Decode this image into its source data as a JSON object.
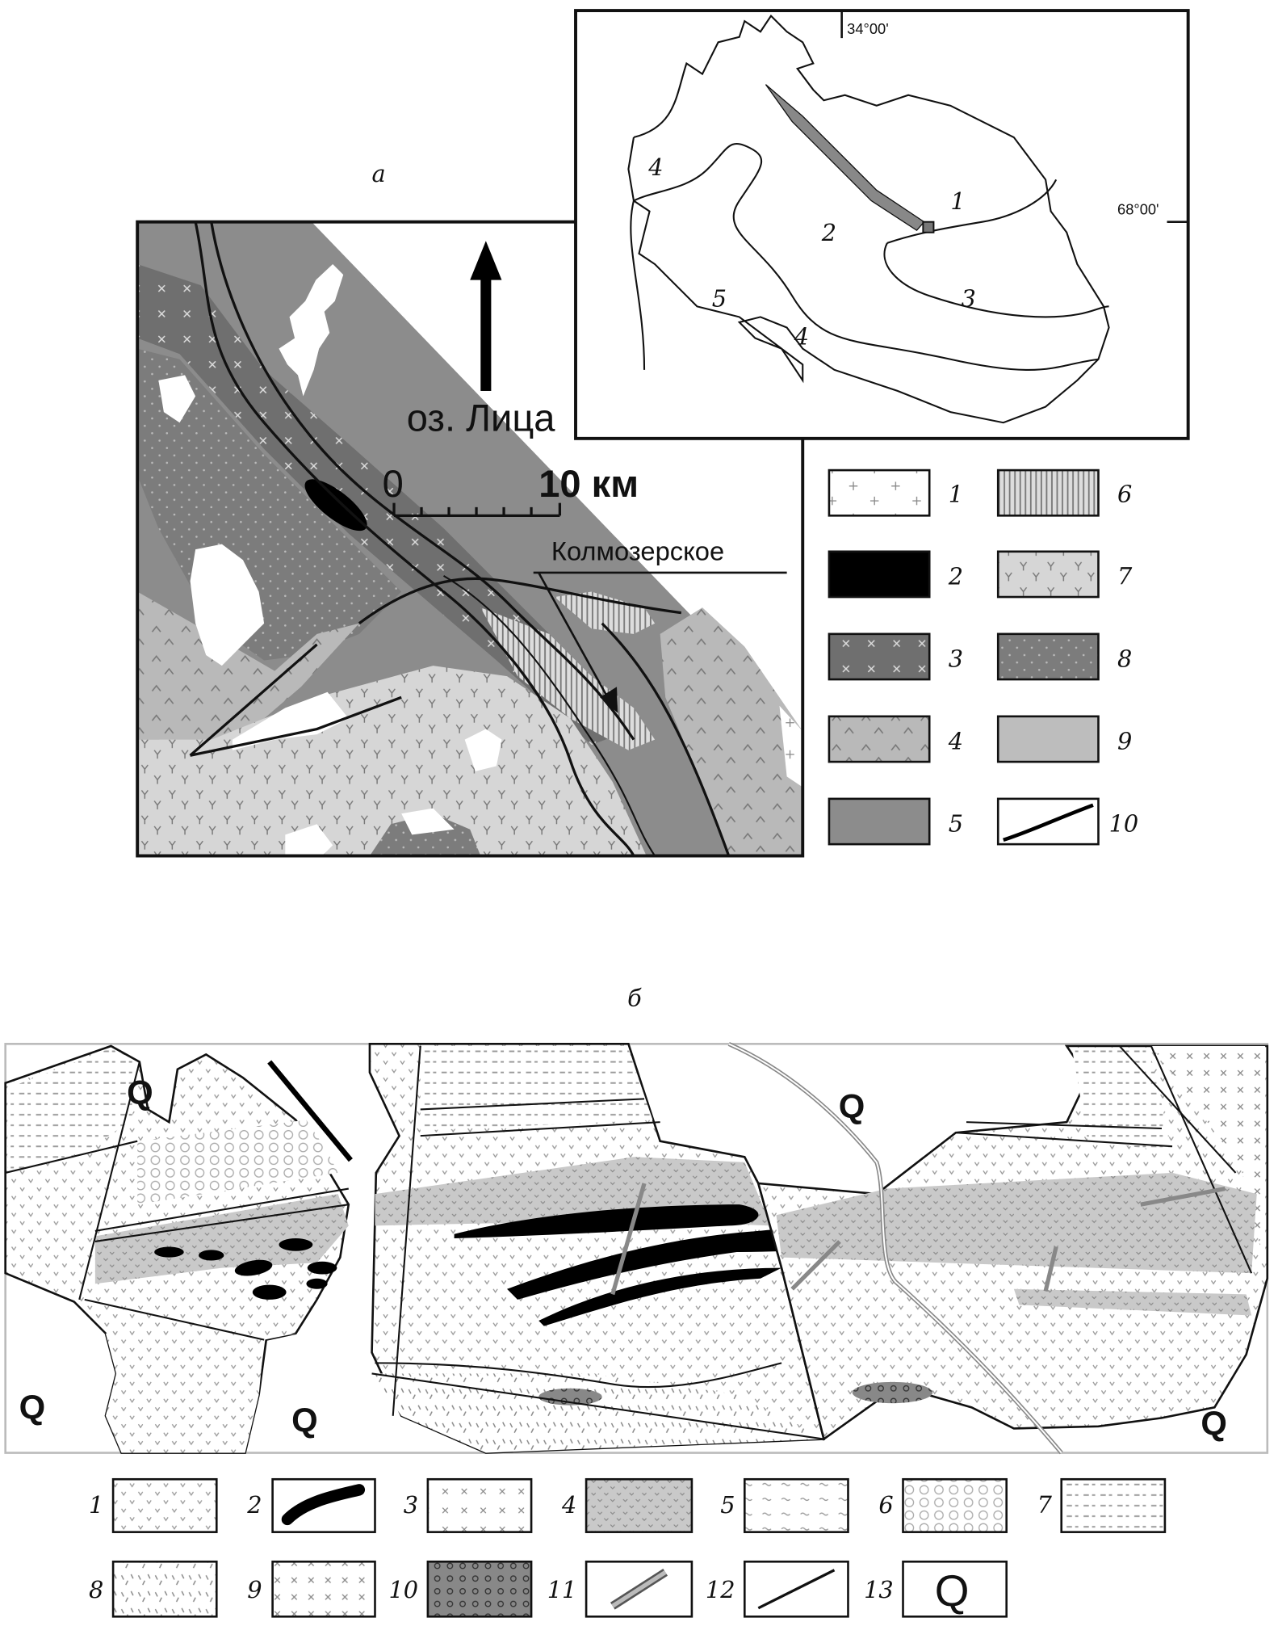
{
  "panel_a": {
    "label": "а",
    "lake_label": "оз. Лица",
    "scale_zero": "0",
    "scale_end": "10 км",
    "deposit_label": "Колмозерское",
    "inset": {
      "longitude": "34°00'",
      "latitude": "68°00'",
      "region_labels": [
        "1",
        "2",
        "3",
        "4",
        "4",
        "5"
      ]
    },
    "legend": [
      "1",
      "2",
      "3",
      "4",
      "5",
      "6",
      "7",
      "8",
      "9",
      "10"
    ]
  },
  "panel_b": {
    "label": "б",
    "quaternary_labels": [
      "Q",
      "Q",
      "Q",
      "Q",
      "Q"
    ],
    "legend": [
      "1",
      "2",
      "3",
      "4",
      "5",
      "6",
      "7",
      "8",
      "9",
      "10",
      "11",
      "12",
      "13"
    ],
    "legend_13_symbol": "Q"
  },
  "colors": {
    "unit5": "#8c8c8c",
    "unit3": "#6f6f6f",
    "unit4": "#b9b9b9",
    "unit9": "#bdbdbd",
    "ore": "#000000"
  }
}
